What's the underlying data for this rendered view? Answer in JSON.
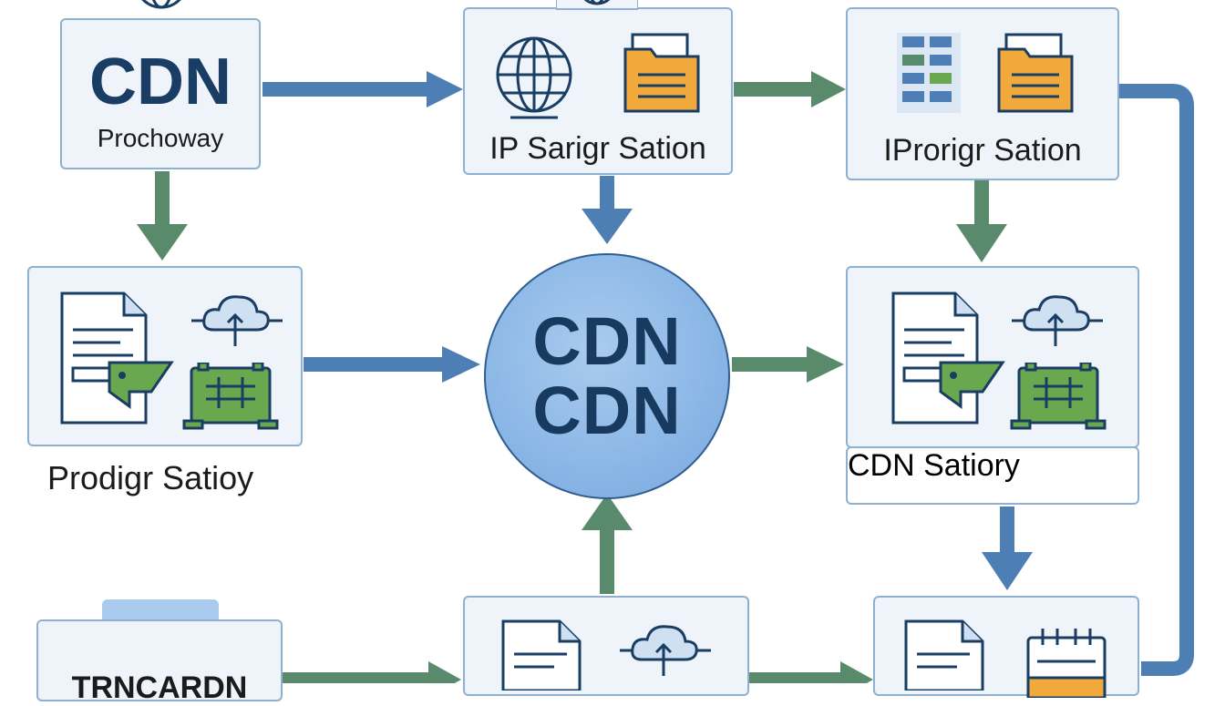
{
  "colors": {
    "box_fill": "#eef4fa",
    "box_border": "#8fb0cf",
    "arrow_blue": "#4d7fb5",
    "arrow_green": "#5a8a6c",
    "hub_fill": "#8ab6e6",
    "title_navy": "#1a3d63",
    "doc_orange": "#f2a93b",
    "doc_green": "#6aa84f"
  },
  "nodes": {
    "cdn_gateway": {
      "title": "CDN",
      "subtitle": "Prochoway",
      "icons": [
        "globe-icon"
      ]
    },
    "ip_station": {
      "label": "IP Sarigr Sation",
      "icons": [
        "globe-icon",
        "folder-icon"
      ]
    },
    "iprorigr_station": {
      "label": "IProrigr Sation",
      "icons": [
        "server-rack-icon",
        "folder-icon"
      ]
    },
    "prodigr_station": {
      "label": "Prodigr Satioy",
      "icons": [
        "document-icon",
        "cloud-upload-icon",
        "server-icon"
      ]
    },
    "hub": {
      "line1": "CDN",
      "line2": "CDN"
    },
    "cdn_station": {
      "label": "CDN Satiory",
      "icons": [
        "document-icon",
        "cloud-upload-icon",
        "server-icon"
      ]
    },
    "bottom_left": {
      "label": "TRNCARDN"
    },
    "bottom_middle": {
      "icons": [
        "document-icon",
        "cloud-upload-icon"
      ]
    },
    "bottom_right": {
      "icons": [
        "document-icon",
        "calendar-icon"
      ]
    }
  }
}
